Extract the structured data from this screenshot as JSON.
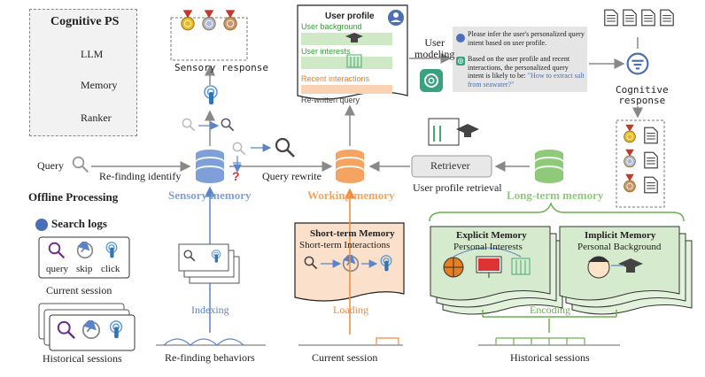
{
  "legend": {
    "title": "Cognitive PS",
    "items": [
      {
        "label": "LLM",
        "icon": "llm-icon"
      },
      {
        "label": "Memory",
        "icon": "database-icon"
      },
      {
        "label": "Ranker",
        "icon": "ranker-icon"
      }
    ]
  },
  "offline": {
    "title": "Offline Processing",
    "search_logs": "Search logs",
    "query": "query",
    "skip": "skip",
    "click": "click",
    "current_session": "Current session",
    "historical_sessions": "Historical sessions"
  },
  "flow": {
    "query": "Query",
    "refinding_identify": "Re-finding identify",
    "sensory_response": "Sensory response",
    "sensory_memory": "Sensory memory",
    "query_rewrite": "Query rewrite",
    "working_memory": "Working memory",
    "retriever": "Retriever",
    "user_profile_retrieval": "User profile retrieval",
    "longterm_memory": "Long-term memory",
    "user_modeling": "User\nmodeling",
    "cognitive_response": "Cognitive\nresponse",
    "indexing": "Indexing",
    "loading": "Loading",
    "encoding": "Encoding",
    "refinding_behaviors": "Re-finding behaviors",
    "current_session": "Current session",
    "historical_sessions": "Historical sessions",
    "question_mark": "?"
  },
  "profile": {
    "title": "User profile",
    "background": "User background",
    "interests": "User interests",
    "recent": "Recent interactions",
    "rewritten": "Re-written query"
  },
  "chat": {
    "user_msg": "Please infer the user's personalized query intent based on user profile.",
    "bot_msg": "Based on the user profile and recent interactions, the personalized query intent is likely to be:",
    "bot_quote": "\"How to extract salt from seawater?\""
  },
  "stm": {
    "title": "Short-term Memory",
    "subtitle": "Short-term Interactions"
  },
  "explicit": {
    "title": "Explicit Memory",
    "subtitle": "Personal Interests"
  },
  "implicit": {
    "title": "Implicit Memory",
    "subtitle": "Personal Background"
  },
  "colors": {
    "blue": "#7f9fd9",
    "orange": "#f4a460",
    "green": "#8fc97a",
    "profile_green": "#cfe8c6",
    "profile_orange": "#f9d2b3"
  }
}
